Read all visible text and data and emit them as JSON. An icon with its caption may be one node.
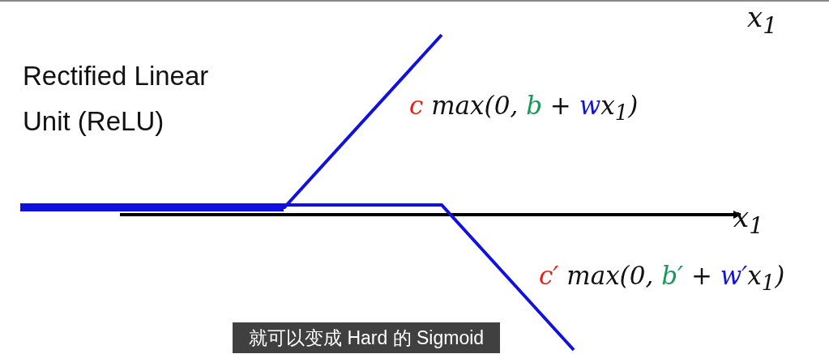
{
  "diagram": {
    "labels": [
      "x$_{1}$",
      "Rectified Linear Unit (ReLU)",
      "c max(0, b + wx$_{1}$)",
      "x$_{1}$",
      "c′ max(0, b′ + w′x$_{1}$)",
      "就可以变成 Hard 的 Sigmoid"
    ]
  }
}
